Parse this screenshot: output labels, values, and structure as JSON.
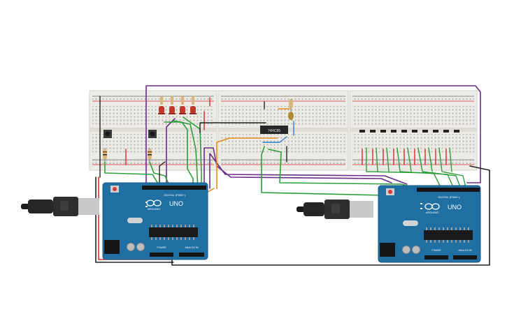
{
  "circuit": {
    "chip_label": "74HC85",
    "arduinos": [
      {
        "logo_text": "ARDUINO",
        "model": "UNO",
        "digital_header": "DIGITAL (PWM~)",
        "power_label": "POWER",
        "analog_label": "ANALOG IN"
      },
      {
        "logo_text": "ARDUINO",
        "model": "UNO",
        "digital_header": "DIGITAL (PWM~)",
        "power_label": "POWER",
        "analog_label": "ANALOG IN"
      }
    ],
    "led_color": "#c0392b",
    "wire_colors": {
      "purple": "#6b2d86",
      "green": "#2e9e3a",
      "red": "#d62a2a",
      "black": "#222222",
      "orange": "#e8891a",
      "blue": "#2f7fd0"
    },
    "board_color": "#1f6fa3",
    "breadboard_color": "#eceae4"
  }
}
